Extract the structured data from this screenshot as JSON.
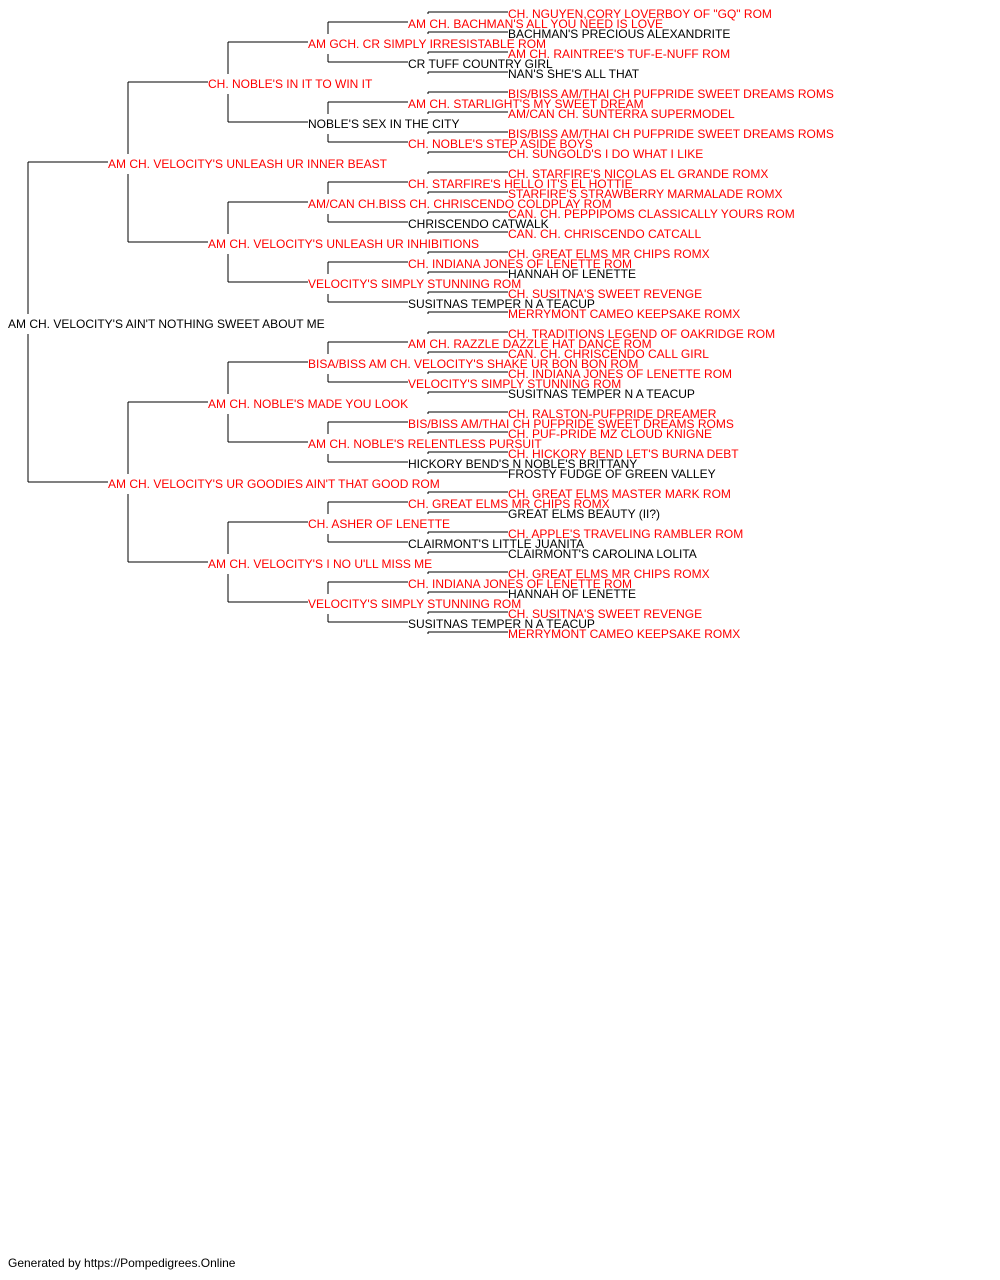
{
  "colors": {
    "titled": "#ff0000",
    "plain": "#000000",
    "line": "#000000"
  },
  "footer": "Generated by https://Pompedigrees.Online",
  "pedigree": {
    "name": "AM CH. VELOCITY'S AIN'T NOTHING SWEET ABOUT ME",
    "red": false,
    "sire": {
      "name": "AM CH. VELOCITY'S UNLEASH UR INNER BEAST",
      "red": true,
      "sire": {
        "name": "CH. NOBLE'S IN IT TO WIN IT",
        "red": true,
        "sire": {
          "name": "AM GCH. CR SIMPLY IRRESISTABLE ROM",
          "red": true,
          "sire": {
            "name": "AM CH. BACHMAN'S ALL YOU NEED IS LOVE",
            "red": true,
            "sire": {
              "name": "CH. NGUYEN,CORY LOVERBOY OF \"GQ\" ROM",
              "red": true
            },
            "dam": {
              "name": "BACHMAN'S PRECIOUS ALEXANDRITE",
              "red": false
            }
          },
          "dam": {
            "name": "CR TUFF COUNTRY GIRL",
            "red": false,
            "sire": {
              "name": "AM CH. RAINTREE'S TUF-E-NUFF ROM",
              "red": true
            },
            "dam": {
              "name": "NAN'S SHE'S ALL THAT",
              "red": false
            }
          }
        },
        "dam": {
          "name": "NOBLE'S SEX IN THE CITY",
          "red": false,
          "sire": {
            "name": "AM CH. STARLIGHT'S MY SWEET DREAM",
            "red": true,
            "sire": {
              "name": "BIS/BISS AM/THAI CH PUFPRIDE SWEET DREAMS ROMS",
              "red": true
            },
            "dam": {
              "name": "AM/CAN CH. SUNTERRA SUPERMODEL",
              "red": true
            }
          },
          "dam": {
            "name": "CH. NOBLE'S STEP ASIDE BOYS",
            "red": true,
            "sire": {
              "name": "BIS/BISS AM/THAI CH PUFPRIDE SWEET DREAMS ROMS",
              "red": true
            },
            "dam": {
              "name": "CH. SUNGOLD'S I DO WHAT I LIKE",
              "red": true
            }
          }
        }
      },
      "dam": {
        "name": "AM CH. VELOCITY'S UNLEASH UR INHIBITIONS",
        "red": true,
        "sire": {
          "name": "AM/CAN CH.BISS CH. CHRISCENDO COLDPLAY ROM",
          "red": true,
          "sire": {
            "name": "CH. STARFIRE'S HELLO IT'S EL HOTTIE",
            "red": true,
            "sire": {
              "name": "CH. STARFIRE'S NICOLAS EL GRANDE ROMX",
              "red": true
            },
            "dam": {
              "name": "STARFIRE'S STRAWBERRY MARMALADE ROMX",
              "red": true
            }
          },
          "dam": {
            "name": "CHRISCENDO CATWALK",
            "red": false,
            "sire": {
              "name": "CAN. CH. PEPPIPOMS CLASSICALLY YOURS ROM",
              "red": true
            },
            "dam": {
              "name": "CAN. CH. CHRISCENDO CATCALL",
              "red": true
            }
          }
        },
        "dam": {
          "name": "VELOCITY'S SIMPLY STUNNING ROM",
          "red": true,
          "sire": {
            "name": "CH. INDIANA JONES OF LENETTE ROM",
            "red": true,
            "sire": {
              "name": "CH. GREAT ELMS MR CHIPS ROMX",
              "red": true
            },
            "dam": {
              "name": "HANNAH OF LENETTE",
              "red": false
            }
          },
          "dam": {
            "name": "SUSITNAS TEMPER N A TEACUP",
            "red": false,
            "sire": {
              "name": "CH. SUSITNA'S SWEET REVENGE",
              "red": true
            },
            "dam": {
              "name": "MERRYMONT CAMEO KEEPSAKE ROMX",
              "red": true
            }
          }
        }
      }
    },
    "dam": {
      "name": "AM CH. VELOCITY'S UR GOODIES AIN'T THAT GOOD ROM",
      "red": true,
      "sire": {
        "name": "AM CH. NOBLE'S MADE YOU LOOK",
        "red": true,
        "sire": {
          "name": "BISA/BISS AM CH. VELOCITY'S SHAKE UR BON BON ROM",
          "red": true,
          "sire": {
            "name": "AM CH. RAZZLE DAZZLE HAT DANCE ROM",
            "red": true,
            "sire": {
              "name": "CH. TRADITIONS LEGEND OF OAKRIDGE ROM",
              "red": true
            },
            "dam": {
              "name": "CAN. CH. CHRISCENDO CALL GIRL",
              "red": true
            }
          },
          "dam": {
            "name": "VELOCITY'S SIMPLY STUNNING ROM",
            "red": true,
            "sire": {
              "name": "CH. INDIANA JONES OF LENETTE ROM",
              "red": true
            },
            "dam": {
              "name": "SUSITNAS TEMPER N A TEACUP",
              "red": false
            }
          }
        },
        "dam": {
          "name": "AM CH. NOBLE'S RELENTLESS PURSUIT",
          "red": true,
          "sire": {
            "name": "BIS/BISS AM/THAI CH PUFPRIDE SWEET DREAMS ROMS",
            "red": true,
            "sire": {
              "name": "CH. RALSTON-PUFPRIDE DREAMER",
              "red": true
            },
            "dam": {
              "name": "CH. PUF-PRIDE MZ CLOUD KNIGNE",
              "red": true
            }
          },
          "dam": {
            "name": "HICKORY BEND'S N NOBLE'S BRITTANY",
            "red": false,
            "sire": {
              "name": "CH. HICKORY BEND LET'S BURNA DEBT",
              "red": true
            },
            "dam": {
              "name": "FROSTY FUDGE OF GREEN VALLEY",
              "red": false
            }
          }
        }
      },
      "dam": {
        "name": "AM CH. VELOCITY'S I NO U'LL MISS ME",
        "red": true,
        "sire": {
          "name": "CH. ASHER OF LENETTE",
          "red": true,
          "sire": {
            "name": "CH. GREAT ELMS MR CHIPS ROMX",
            "red": true,
            "sire": {
              "name": "CH. GREAT ELMS MASTER MARK ROM",
              "red": true
            },
            "dam": {
              "name": "GREAT ELMS BEAUTY (II?)",
              "red": false
            }
          },
          "dam": {
            "name": "CLAIRMONT'S LITTLE JUANITA",
            "red": false,
            "sire": {
              "name": "CH. APPLE'S TRAVELING RAMBLER ROM",
              "red": true
            },
            "dam": {
              "name": "CLAIRMONT'S CAROLINA LOLITA",
              "red": false
            }
          }
        },
        "dam": {
          "name": "VELOCITY'S SIMPLY STUNNING ROM",
          "red": true,
          "sire": {
            "name": "CH. INDIANA JONES OF LENETTE ROM",
            "red": true,
            "sire": {
              "name": "CH. GREAT ELMS MR CHIPS ROMX",
              "red": true
            },
            "dam": {
              "name": "HANNAH OF LENETTE",
              "red": false
            }
          },
          "dam": {
            "name": "SUSITNAS TEMPER N A TEACUP",
            "red": false,
            "sire": {
              "name": "CH. SUSITNA'S SWEET REVENGE",
              "red": true
            },
            "dam": {
              "name": "MERRYMONT CAMEO KEEPSAKE ROMX",
              "red": true
            }
          }
        }
      }
    }
  }
}
